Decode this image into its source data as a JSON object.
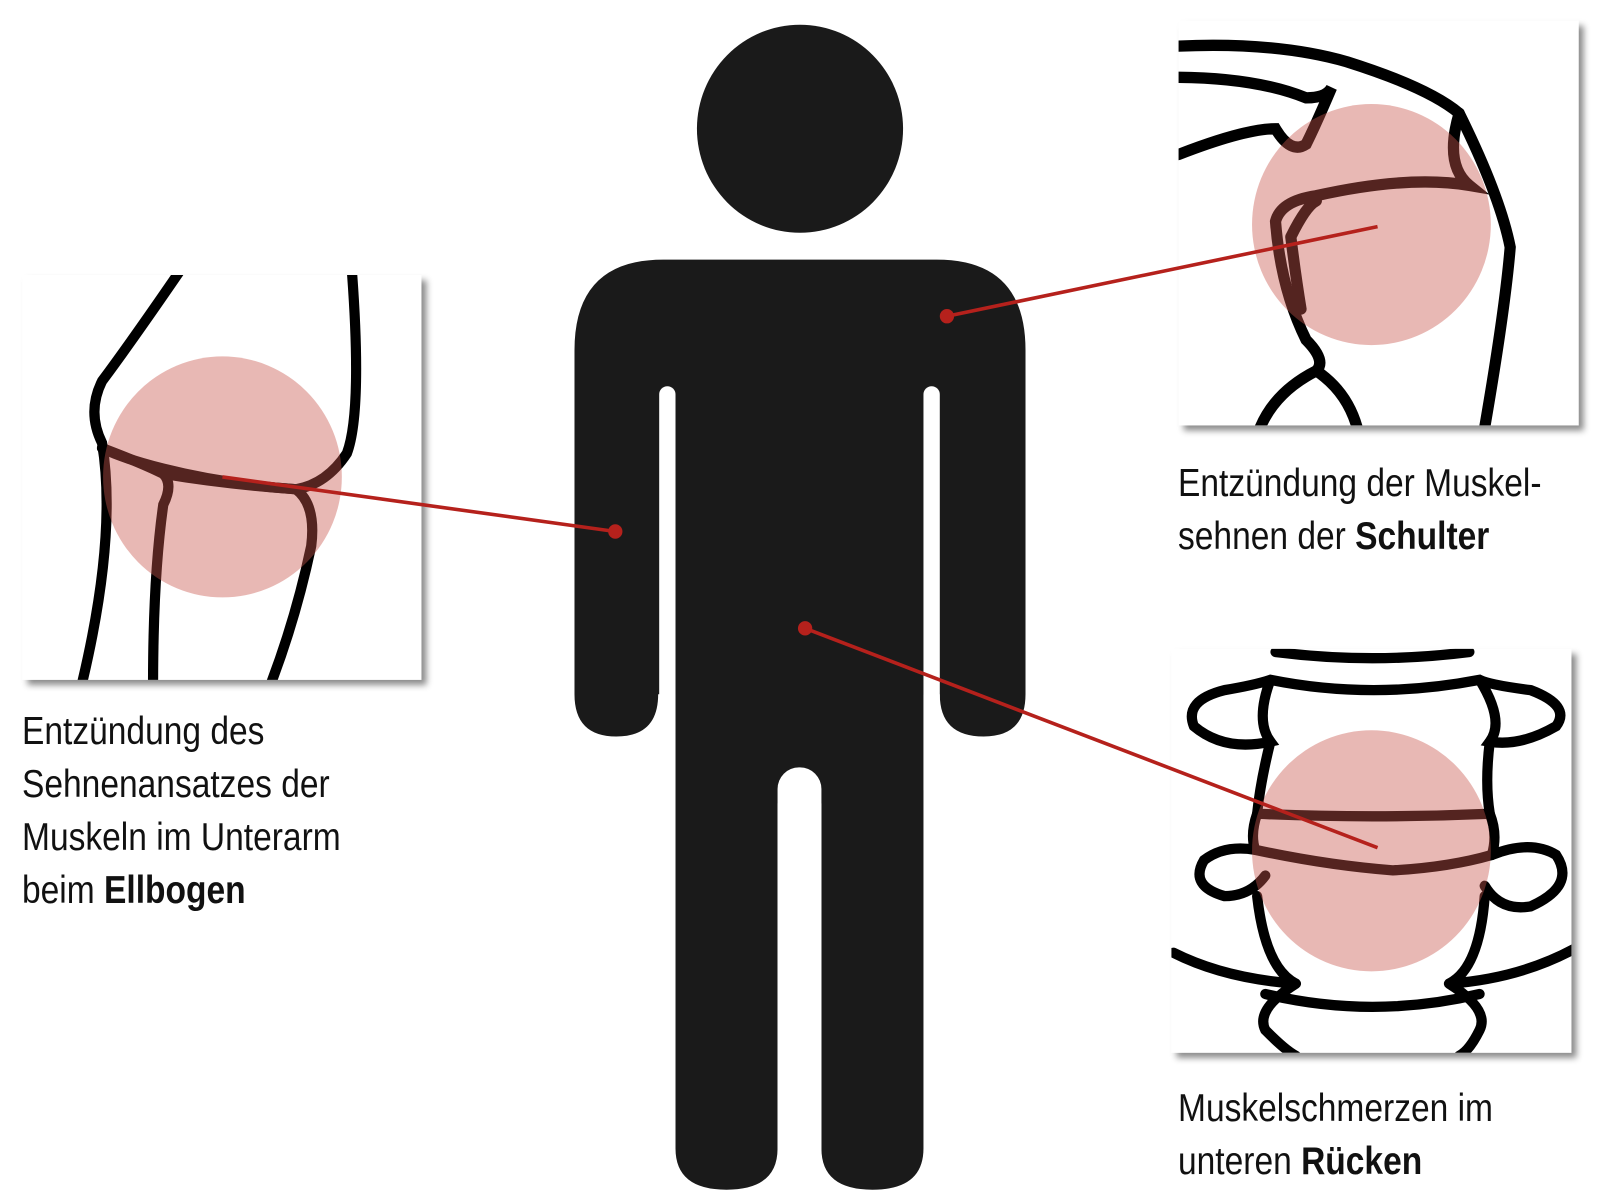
{
  "colors": {
    "figure": "#1a1a1a",
    "pointer": "#b5211c",
    "inflammation": "#d9847d",
    "bone": "#000000"
  },
  "callouts": {
    "elbow": {
      "lines": [
        "Entzündung des",
        "Sehnenansatzes der",
        "Muskeln im Unterarm"
      ],
      "last_prefix": "beim ",
      "bold": "Ellbogen"
    },
    "shoulder": {
      "lines": [
        "Entzündung der Muskel-"
      ],
      "last_prefix": "sehnen der ",
      "bold": "Schulter"
    },
    "back": {
      "lines": [
        "Muskelschmerzen im"
      ],
      "last_prefix": "unteren ",
      "bold": "Rücken"
    }
  }
}
